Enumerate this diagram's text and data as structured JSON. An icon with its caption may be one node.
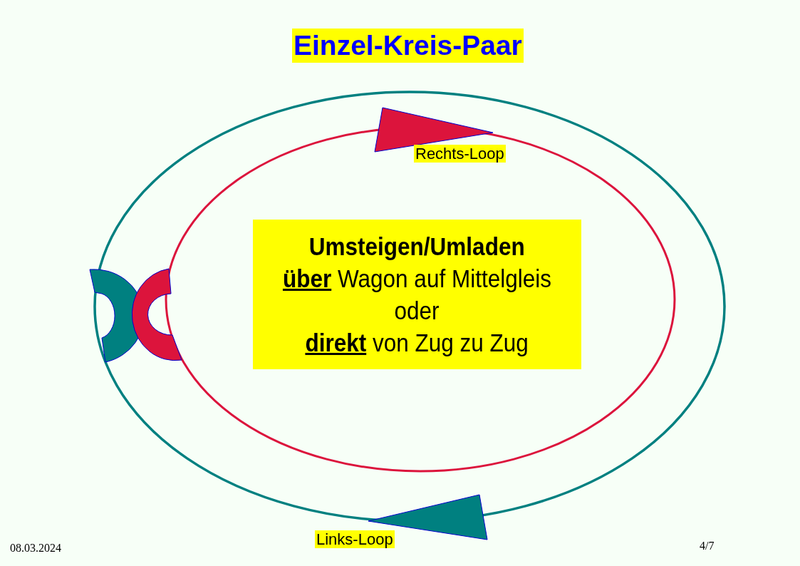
{
  "diagram": {
    "title": "Einzel-Kreis-Paar",
    "nodes": [
      {
        "text": [
          "Umsteigen/Umladen",
          "**über** Wagon auf Mittelgleis",
          "oder",
          "**direkt** von Zug zu Zug"
        ]
      }
    ],
    "labels": [
      "Rechts-Loop",
      "Links-Loop",
      "08.03.2024",
      "4/7"
    ]
  }
}
